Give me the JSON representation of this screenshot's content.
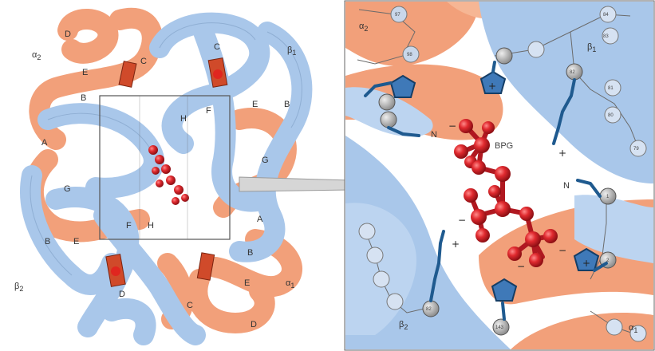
{
  "left_panel": {
    "chain_labels": {
      "alpha2": "α",
      "alpha2_sub": "2",
      "beta1": "β",
      "beta1_sub": "1",
      "beta2": "β",
      "beta2_sub": "2",
      "alpha1": "α",
      "alpha1_sub": "1"
    },
    "helix_labels": {
      "d_top": "D",
      "e_top": "E",
      "c_top_left": "C",
      "b_top_left": "B",
      "c_top_right": "C",
      "e_right": "E",
      "b_right": "B",
      "h_top": "H",
      "f_top": "F",
      "a_left": "A",
      "g_left": "G",
      "g_right": "G",
      "a_right": "A",
      "b_left": "B",
      "e_left": "E",
      "f_mid": "F",
      "h_mid": "H",
      "b_bottom_right": "B",
      "d_bottom": "D",
      "c_bottom": "C",
      "e_bottom": "E",
      "d_bottom_right": "D"
    }
  },
  "right_panel": {
    "bpg_label": "BPG",
    "n_terminus_top": "N",
    "n_terminus_right": "N",
    "chain_labels": {
      "alpha2": "α",
      "alpha2_sub": "2",
      "beta1": "β",
      "beta1_sub": "1",
      "beta2": "β",
      "beta2_sub": "2",
      "alpha1": "α",
      "alpha1_sub": "1"
    },
    "charges": {
      "plus_center": "+",
      "plus_bottom_left": "+",
      "plus_his_top": "+",
      "plus_his_right": "+",
      "minus_a": "−",
      "minus_b": "−",
      "minus_c": "−",
      "minus_d": "−"
    },
    "residue_numbers": [
      "97",
      "98",
      "82",
      "83",
      "84",
      "81",
      "80",
      "79",
      "1",
      "2",
      "143",
      "82"
    ]
  },
  "colors": {
    "alpha_chain": "#f2a07a",
    "beta_chain": "#a9c7ea",
    "bpg": "#d8202a",
    "side_chain": "#1f5a8f",
    "heme": "#d04a2a",
    "arrow": "#c9c9c9"
  }
}
